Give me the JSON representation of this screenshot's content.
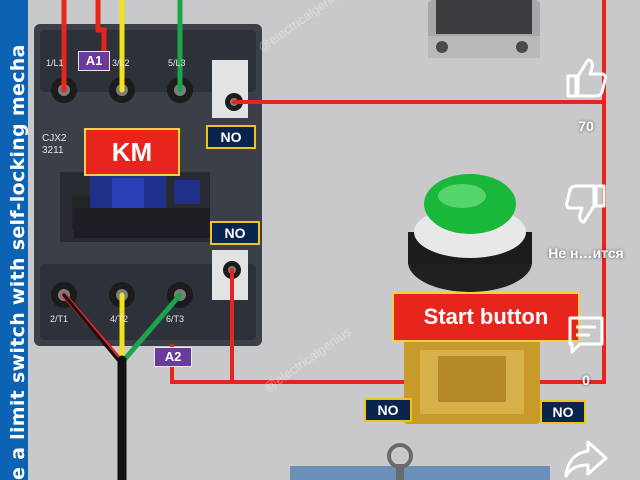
{
  "side_title": "e a limit switch with self-locking mecha",
  "labels": {
    "contactor": "KM",
    "model_line1": "CJX2",
    "model_line2": "3211",
    "coil_top": "A1",
    "coil_bottom": "A2",
    "no_1": "NO",
    "no_2": "NO",
    "no_3": "NO",
    "no_4": "NO",
    "start_button": "Start button"
  },
  "terminals": {
    "top": [
      "1/L1",
      "3/L2",
      "5/L3"
    ],
    "bottom": [
      "2/T1",
      "4/T2",
      "6/T3"
    ]
  },
  "watermark": "@electricalgenius",
  "actions": {
    "like_count": "70",
    "dislike_label": "Не н…ится",
    "comment_count": "0"
  },
  "icons": {
    "like": "thumbs-up-icon",
    "dislike": "thumbs-down-icon",
    "comment": "comment-icon",
    "share": "share-icon"
  },
  "colors": {
    "background": "#c9c8cb",
    "side_band": "#0d63b3",
    "contactor_body": "#3a3f48",
    "wire_red": "#e8251c",
    "wire_yellow": "#f2e21a",
    "wire_green": "#1aa54a",
    "wire_black": "#111111",
    "button_green": "#19b83a",
    "label_navy": "#0a2450",
    "label_purple": "#6a3a9c"
  }
}
